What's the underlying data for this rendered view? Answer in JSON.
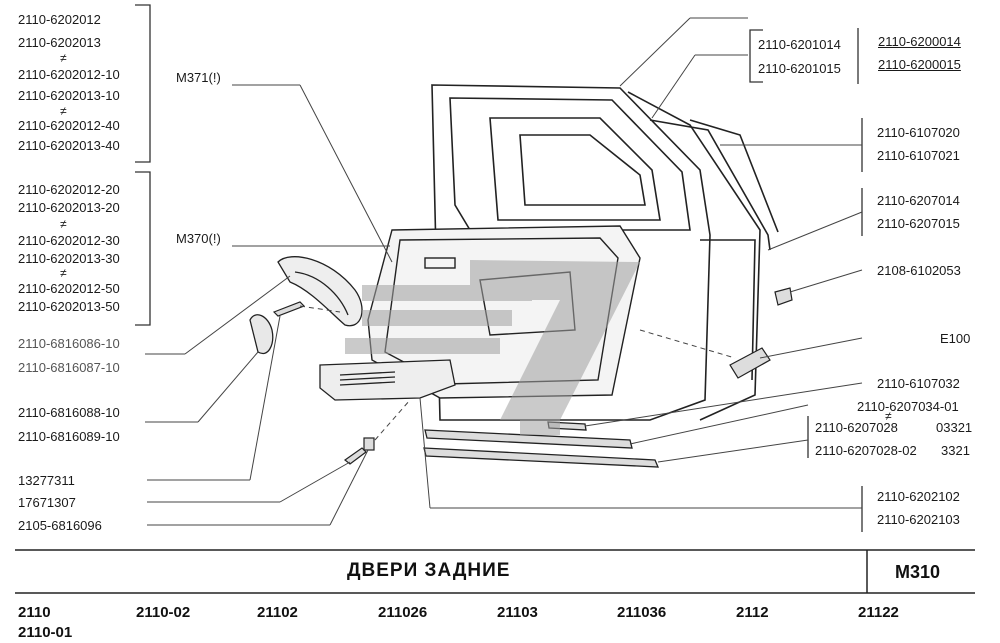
{
  "group_left_1": [
    "2110-6202012",
    "2110-6202013",
    "2110-6202012-10",
    "2110-6202013-10",
    "2110-6202012-40",
    "2110-6202013-40"
  ],
  "group_left_2": [
    "2110-6202012-20",
    "2110-6202013-20",
    "2110-6202012-30",
    "2110-6202013-30",
    "2110-6202012-50",
    "2110-6202013-50"
  ],
  "neq_symbol": "≠",
  "left_labels": {
    "handle_pair_a": [
      "2110-6816086-10",
      "2110-6816087-10"
    ],
    "handle_pair_b": [
      "2110-6816088-10",
      "2110-6816089-10"
    ],
    "screw_1": "13277311",
    "screw_2": "17671307",
    "plug": "2105-6816096"
  },
  "mid_labels": {
    "m371": "M371(!)",
    "m370": "M370(!)"
  },
  "right_labels": {
    "door_pair": [
      "2110-6201014",
      "2110-6201015"
    ],
    "door_alt": [
      "2110-6200014",
      "2110-6200015"
    ],
    "seal_pair": [
      "2110-6107020",
      "2110-6107021"
    ],
    "seal2_pair": [
      "2110-6207014",
      "2110-6207015"
    ],
    "clip": "2108-6102053",
    "e100": "E100",
    "strip": "2110-6107032",
    "molding_a": "2110-6207034-01",
    "molding_b": "2110-6207028",
    "molding_b_suffix": "03321",
    "molding_c": "2110-6207028-02",
    "molding_c_suffix": "3321",
    "trim_pair": [
      "2110-6202102",
      "2110-6202103"
    ]
  },
  "footer": {
    "title": "ДВЕРИ ЗАДНИЕ",
    "code": "M310",
    "models": [
      "2110",
      "2110-02",
      "21102",
      "211026",
      "21103",
      "211036",
      "2112",
      "21122",
      "2110-01"
    ]
  },
  "colors": {
    "ink": "#1a1a1a",
    "line": "#444444",
    "watermark": "#9a9a9a"
  }
}
